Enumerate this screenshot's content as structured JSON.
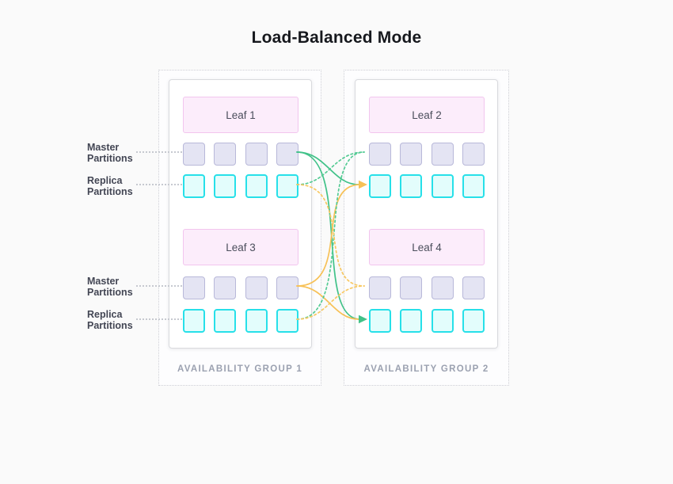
{
  "title": "Load-Balanced Mode",
  "side_labels": {
    "master": "Master Partitions",
    "replica": "Replica Partitions"
  },
  "groups": [
    {
      "label": "AVAILABILITY GROUP 1",
      "leaves": [
        {
          "name": "Leaf 1",
          "master_partitions": 4,
          "replica_partitions": 4
        },
        {
          "name": "Leaf 3",
          "master_partitions": 4,
          "replica_partitions": 4
        }
      ]
    },
    {
      "label": "AVAILABILITY GROUP 2",
      "leaves": [
        {
          "name": "Leaf 2",
          "master_partitions": 4,
          "replica_partitions": 4
        },
        {
          "name": "Leaf 4",
          "master_partitions": 4,
          "replica_partitions": 4
        }
      ]
    }
  ],
  "connections": [
    {
      "from": "leaf-1-master-partitions",
      "to": "leaf-2-replica-partitions",
      "line": "solid",
      "color_name": "green",
      "arrow": false
    },
    {
      "from": "leaf-1-master-partitions",
      "to": "leaf-4-replica-partitions",
      "line": "solid",
      "color_name": "green",
      "arrow": true
    },
    {
      "from": "leaf-3-master-partitions",
      "to": "leaf-2-replica-partitions",
      "line": "solid",
      "color_name": "orange",
      "arrow": true
    },
    {
      "from": "leaf-3-master-partitions",
      "to": "leaf-4-replica-partitions",
      "line": "solid",
      "color_name": "orange",
      "arrow": false
    },
    {
      "from": "leaf-1-replica-partitions",
      "to": "leaf-2-master-partitions",
      "line": "dotted",
      "color_name": "green",
      "arrow": false
    },
    {
      "from": "leaf-3-replica-partitions",
      "to": "leaf-2-master-partitions",
      "line": "dotted",
      "color_name": "green",
      "arrow": false
    },
    {
      "from": "leaf-1-replica-partitions",
      "to": "leaf-4-master-partitions",
      "line": "dotted",
      "color_name": "orange",
      "arrow": false
    },
    {
      "from": "leaf-3-replica-partitions",
      "to": "leaf-4-master-partitions",
      "line": "dotted",
      "color_name": "orange",
      "arrow": false
    }
  ],
  "colors": {
    "solid_green": "#41c289",
    "solid_orange": "#f7c157",
    "dotted_green": "#55cb94",
    "dotted_orange": "#f8c862",
    "master_fill": "#e4e4f3",
    "master_border": "#b8b8d9",
    "replica_fill": "#e3fdfc",
    "replica_border": "#27e0e9",
    "leaf_fill": "#fcedfb",
    "leaf_border": "#f2c5ee"
  }
}
